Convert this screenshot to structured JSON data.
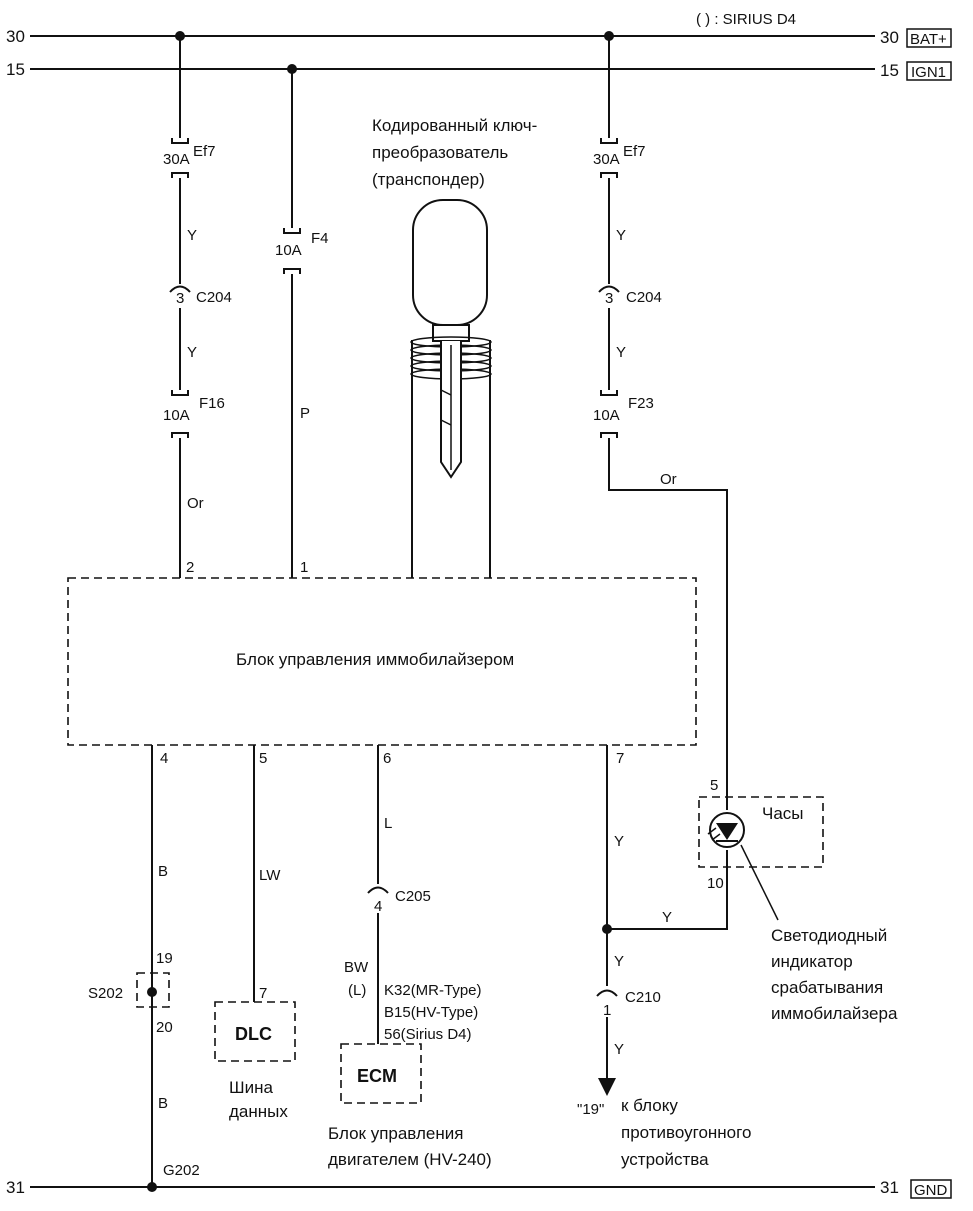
{
  "rails": {
    "r30_left": "30",
    "r30_right": "30",
    "r30_tag": "BAT+",
    "r15_left": "15",
    "r15_right": "15",
    "r15_tag": "IGN1",
    "r31_left": "31",
    "r31_right": "31",
    "r31_tag": "GND",
    "note": "( ) : SIRIUS D4"
  },
  "left_branch": {
    "fuse1_value": "30A",
    "fuse1_name": "Ef7",
    "wire1": "Y",
    "conn1_pin": "3",
    "conn1_name": "C204",
    "wire2": "Y",
    "fuse2_value": "10A",
    "fuse2_name": "F16",
    "wire3": "Or",
    "pin": "2"
  },
  "mid_branch": {
    "fuse_value": "10A",
    "fuse_name": "F4",
    "wire": "P",
    "pin": "1"
  },
  "right_branch": {
    "fuse1_value": "30A",
    "fuse1_name": "Ef7",
    "wire1": "Y",
    "conn1_pin": "3",
    "conn1_name": "C204",
    "wire2": "Y",
    "fuse2_value": "10A",
    "fuse2_name": "F23",
    "wire3": "Or"
  },
  "transponder": {
    "line1": "Кодированный ключ-",
    "line2": "преобразователь",
    "line3": "(транспондер)"
  },
  "immobilizer": {
    "title": "Блок управления иммобилайзером",
    "pin4": "4",
    "pin5": "5",
    "pin6": "6",
    "pin7": "7"
  },
  "ground_branch": {
    "wire1": "B",
    "splice_top": "19",
    "splice_name": "S202",
    "splice_bottom": "20",
    "wire2": "B",
    "ground_name": "G202"
  },
  "dlc_branch": {
    "wire": "LW",
    "pin": "7",
    "box": "DLC",
    "caption1": "Шина",
    "caption2": "данных"
  },
  "ecm_branch": {
    "wire1": "L",
    "conn_pin": "4",
    "conn_name": "C205",
    "wire2": "BW",
    "wire2_alt": "(L)",
    "pin_mr": "K32(MR-Type)",
    "pin_hv": "B15(HV-Type)",
    "pin_sirius": "56(Sirius D4)",
    "box": "ECM",
    "caption1": "Блок управления",
    "caption2": "двигателем (HV-240)"
  },
  "alarm_branch": {
    "wire1": "Y",
    "wire_to_clock": "Y",
    "wire2": "Y",
    "conn_pin": "1",
    "conn_name": "C210",
    "wire3": "Y",
    "pin_dest": "\"19\"",
    "caption1": "к блоку",
    "caption2": "противоугонного",
    "caption3": "устройства"
  },
  "clock": {
    "name": "Часы",
    "pin_top": "5",
    "pin_bottom": "10"
  },
  "led_caption": {
    "line1": "Светодиодный",
    "line2": "индикатор",
    "line3": "срабатывания",
    "line4": "иммобилайзера"
  }
}
